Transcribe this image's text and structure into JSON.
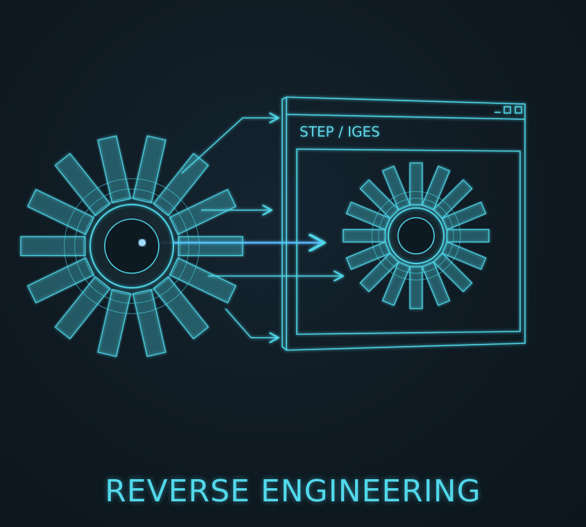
{
  "window": {
    "title": "STEP / IGES",
    "controls": [
      "minimize",
      "maximize",
      "close"
    ]
  },
  "caption": "REVERSE ENGINEERING",
  "colors": {
    "line": "#4fd6e8",
    "glow": "#3aa0ff",
    "background": "#0f1a22"
  }
}
